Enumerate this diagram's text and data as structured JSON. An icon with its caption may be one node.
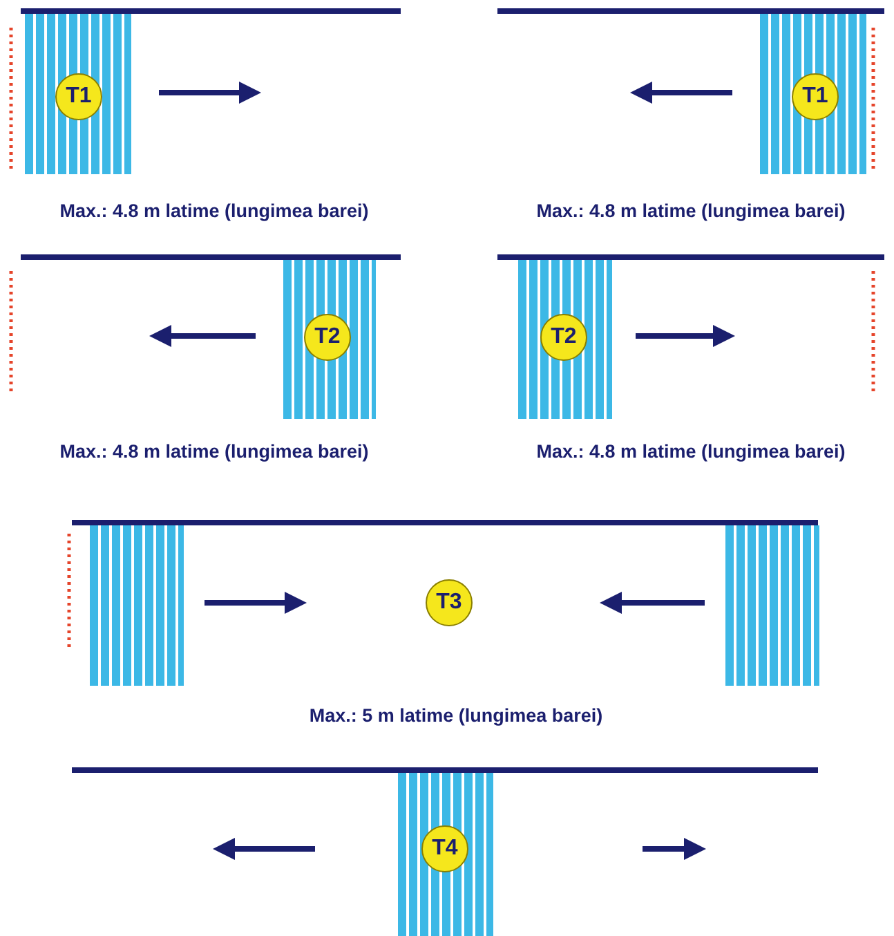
{
  "diagram": {
    "nodes": [
      {
        "text": [
          "T1"
        ]
      },
      {
        "text": [
          "T1"
        ]
      },
      {
        "text": [
          "T2"
        ]
      },
      {
        "text": [
          "T2"
        ]
      },
      {
        "text": [
          "T3"
        ]
      },
      {
        "text": [
          "T4"
        ]
      }
    ],
    "labels": [
      "Max.: 4.8 m latime (lungimea barei)",
      "Max.: 4.8 m latime (lungimea barei)",
      "Max.: 4.8 m latime (lungimea barei)",
      "Max.: 4.8 m latime (lungimea barei)",
      "Max.: 5 m latime (lungimea barei)"
    ]
  }
}
